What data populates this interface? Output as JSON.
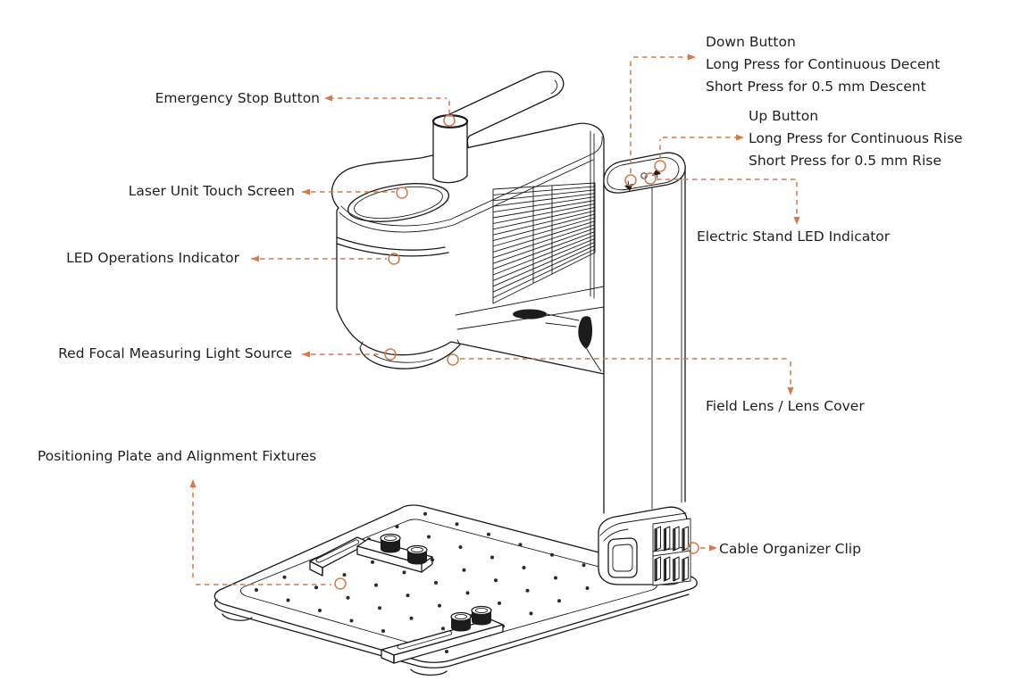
{
  "colors": {
    "leader": "#D27A4B",
    "line": "#1a1a1a",
    "text": "#1f1f1f",
    "background": "#ffffff"
  },
  "labels": {
    "emergency_stop": "Emergency Stop Button",
    "touch_screen": "Laser Unit Touch Screen",
    "led_operations": "LED Operations Indicator",
    "red_focal": "Red Focal Measuring Light Source",
    "positioning_plate": "Positioning Plate and Alignment Fixtures",
    "down_button": {
      "title": "Down Button",
      "long_press": "Long Press for Continuous Decent",
      "short_press": "Short Press for 0.5 mm Descent"
    },
    "up_button": {
      "title": "Up Button",
      "long_press": "Long Press for Continuous Rise",
      "short_press": "Short Press for 0.5 mm Rise"
    },
    "electric_stand_led": "Electric Stand LED Indicator",
    "field_lens": "Field Lens / Lens Cover",
    "cable_clip": "Cable Organizer Clip"
  }
}
